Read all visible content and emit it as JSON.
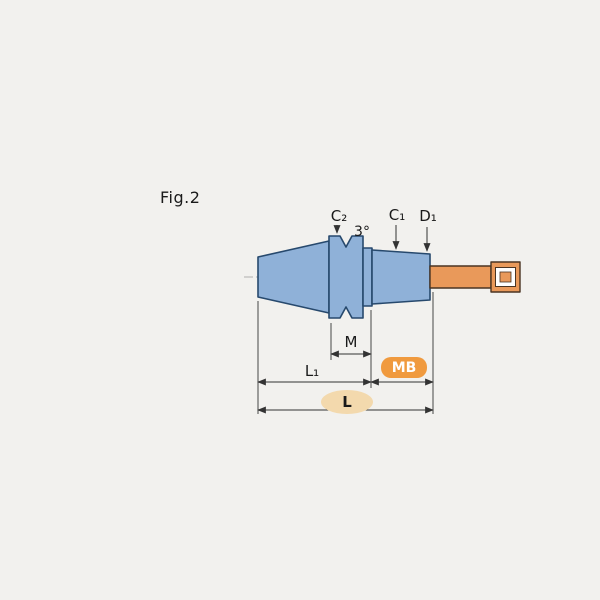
{
  "figure": {
    "label": "Fig.2"
  },
  "dimensions": {
    "c2": "C₂",
    "angle": "3°",
    "c1": "C₁",
    "d1": "D₁",
    "m": "M",
    "l1": "L₁",
    "mb": "MB",
    "l": "L"
  },
  "colors": {
    "background": "#f2f1ee",
    "body-fill": "#8fb1d8",
    "body-outline": "#27496d",
    "shank-fill": "#e9995a",
    "shank-outline": "#4a3422",
    "mb-box": "#f09a3e",
    "mb-text": "#ffffff",
    "l-ellipse": "#f3d9ad",
    "dim-line": "#333333",
    "label-text": "#1a1a1a"
  }
}
